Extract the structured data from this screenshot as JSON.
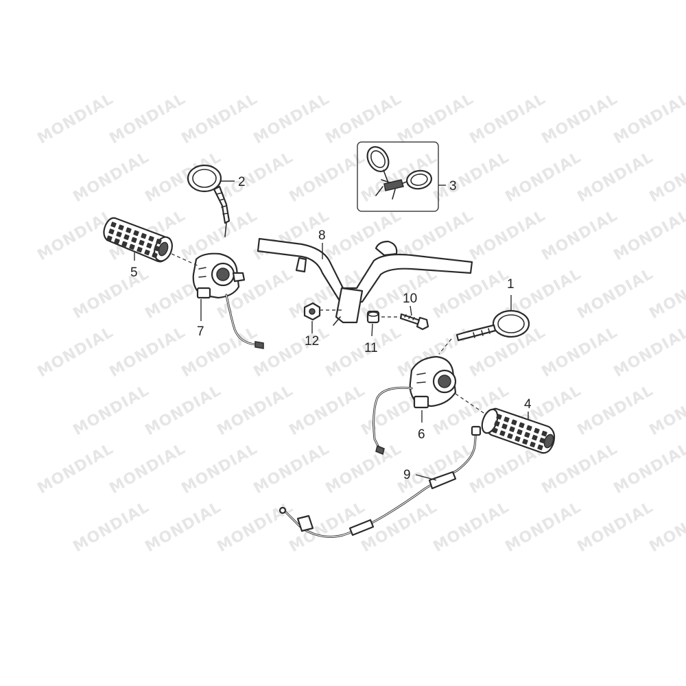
{
  "watermark": {
    "text": "MONDIAL"
  },
  "callouts": {
    "c1": "1",
    "c2": "2",
    "c3": "3",
    "c4": "4",
    "c5": "5",
    "c6": "6",
    "c7": "7",
    "c8": "8",
    "c9": "9",
    "c10": "10",
    "c11": "11",
    "c12": "12"
  }
}
